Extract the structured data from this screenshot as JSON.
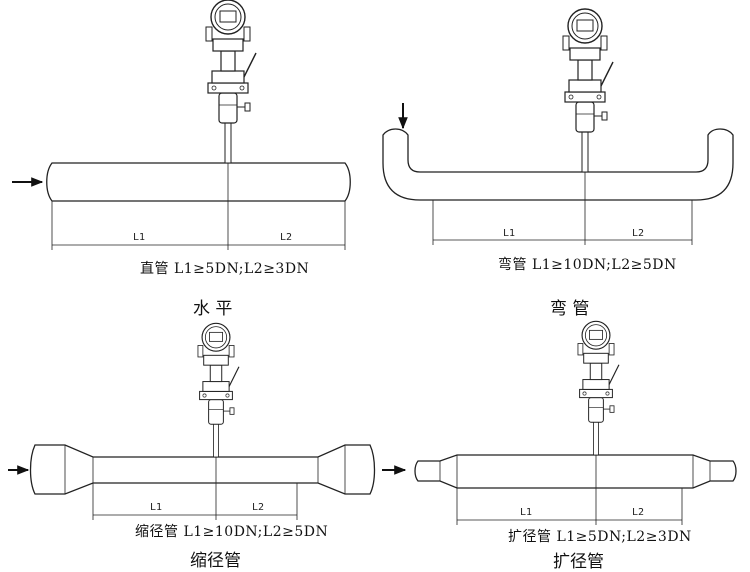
{
  "panels": [
    {
      "id": "horizontal",
      "spec_label": "直管 L1≥5DN;L2≥3DN",
      "title": "水 平",
      "dim_labels": [
        "L1",
        "L2"
      ]
    },
    {
      "id": "elbow",
      "spec_label": "弯管  L1≥10DN;L2≥5DN",
      "title": "弯 管",
      "dim_labels": [
        "L1",
        "L2"
      ]
    },
    {
      "id": "reducer",
      "spec_label": "缩径管  L1≥10DN;L2≥5DN",
      "title": "缩径管",
      "dim_labels": [
        "L1",
        "L2"
      ]
    },
    {
      "id": "expander",
      "spec_label": "扩径管  L1≥5DN;L2≥3DN",
      "title": "扩径管",
      "dim_labels": [
        "L1",
        "L2"
      ]
    }
  ],
  "icons": {
    "flow_arrow": "flow-direction-arrow-icon",
    "meter": "flowmeter-icon"
  }
}
